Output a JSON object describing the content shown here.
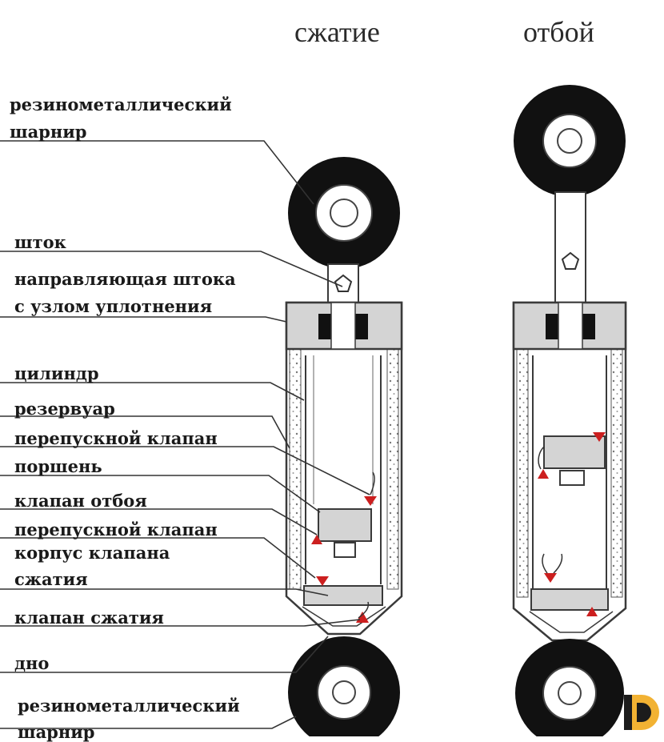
{
  "headings": {
    "compression": "сжатие",
    "rebound": "отбой"
  },
  "labels": {
    "mount_top_1": "резинометаллический",
    "mount_top_2": "шарнир",
    "rod": "шток",
    "rod_guide_1": "направляющая штока",
    "rod_guide_2": "с узлом уплотнения",
    "cylinder": "цилиндр",
    "reservoir": "резервуар",
    "bypass_valve_1": "перепускной клапан",
    "piston": "поршень",
    "rebound_valve": "клапан отбоя",
    "bypass_valve_2": "перепускной клапан",
    "valve_body_1": "корпус клапана",
    "valve_body_2": "сжатия",
    "compression_valve": "клапан сжатия",
    "bottom": "дно",
    "mount_bottom_1": "резинометаллический",
    "mount_bottom_2": "шарнир"
  },
  "colors": {
    "mount": "#111111",
    "body_fill": "#d4d4d4",
    "outline": "#3a3a3a",
    "flow_arrow": "#cc1f1f",
    "logo_orange": "#f2b233",
    "logo_dark": "#1c1c1c"
  },
  "icons": {
    "logo": "d-brand-logo-icon"
  }
}
